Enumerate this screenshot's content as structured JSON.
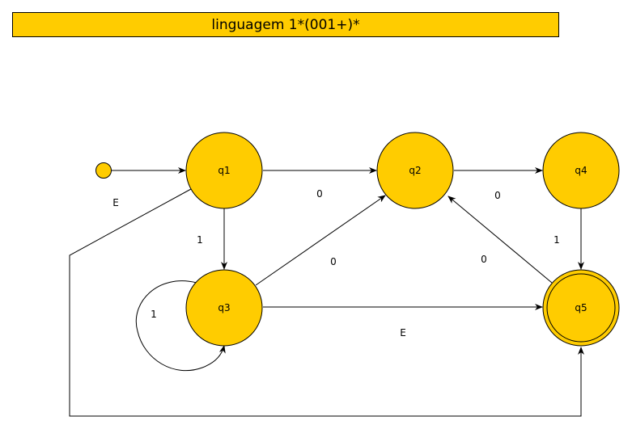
{
  "title": "linguagem 1*(001+)*",
  "colors": {
    "state_fill": "#ffcc00",
    "stroke": "#000000"
  },
  "states": [
    {
      "id": "q1",
      "label": "q1",
      "initial": true,
      "accepting": false
    },
    {
      "id": "q2",
      "label": "q2",
      "initial": false,
      "accepting": false
    },
    {
      "id": "q3",
      "label": "q3",
      "initial": false,
      "accepting": false
    },
    {
      "id": "q4",
      "label": "q4",
      "initial": false,
      "accepting": false
    },
    {
      "id": "q5",
      "label": "q5",
      "initial": false,
      "accepting": true
    }
  ],
  "transitions": [
    {
      "from": "start",
      "to": "q1",
      "label": ""
    },
    {
      "from": "q1",
      "to": "q2",
      "label": "0"
    },
    {
      "from": "q1",
      "to": "q3",
      "label": "1"
    },
    {
      "from": "q1",
      "to": "q5",
      "label": "E"
    },
    {
      "from": "q2",
      "to": "q4",
      "label": "0"
    },
    {
      "from": "q3",
      "to": "q3",
      "label": "1"
    },
    {
      "from": "q3",
      "to": "q2",
      "label": "0"
    },
    {
      "from": "q3",
      "to": "q5",
      "label": "E"
    },
    {
      "from": "q4",
      "to": "q5",
      "label": "1"
    },
    {
      "from": "q5",
      "to": "q2",
      "label": "0"
    }
  ]
}
